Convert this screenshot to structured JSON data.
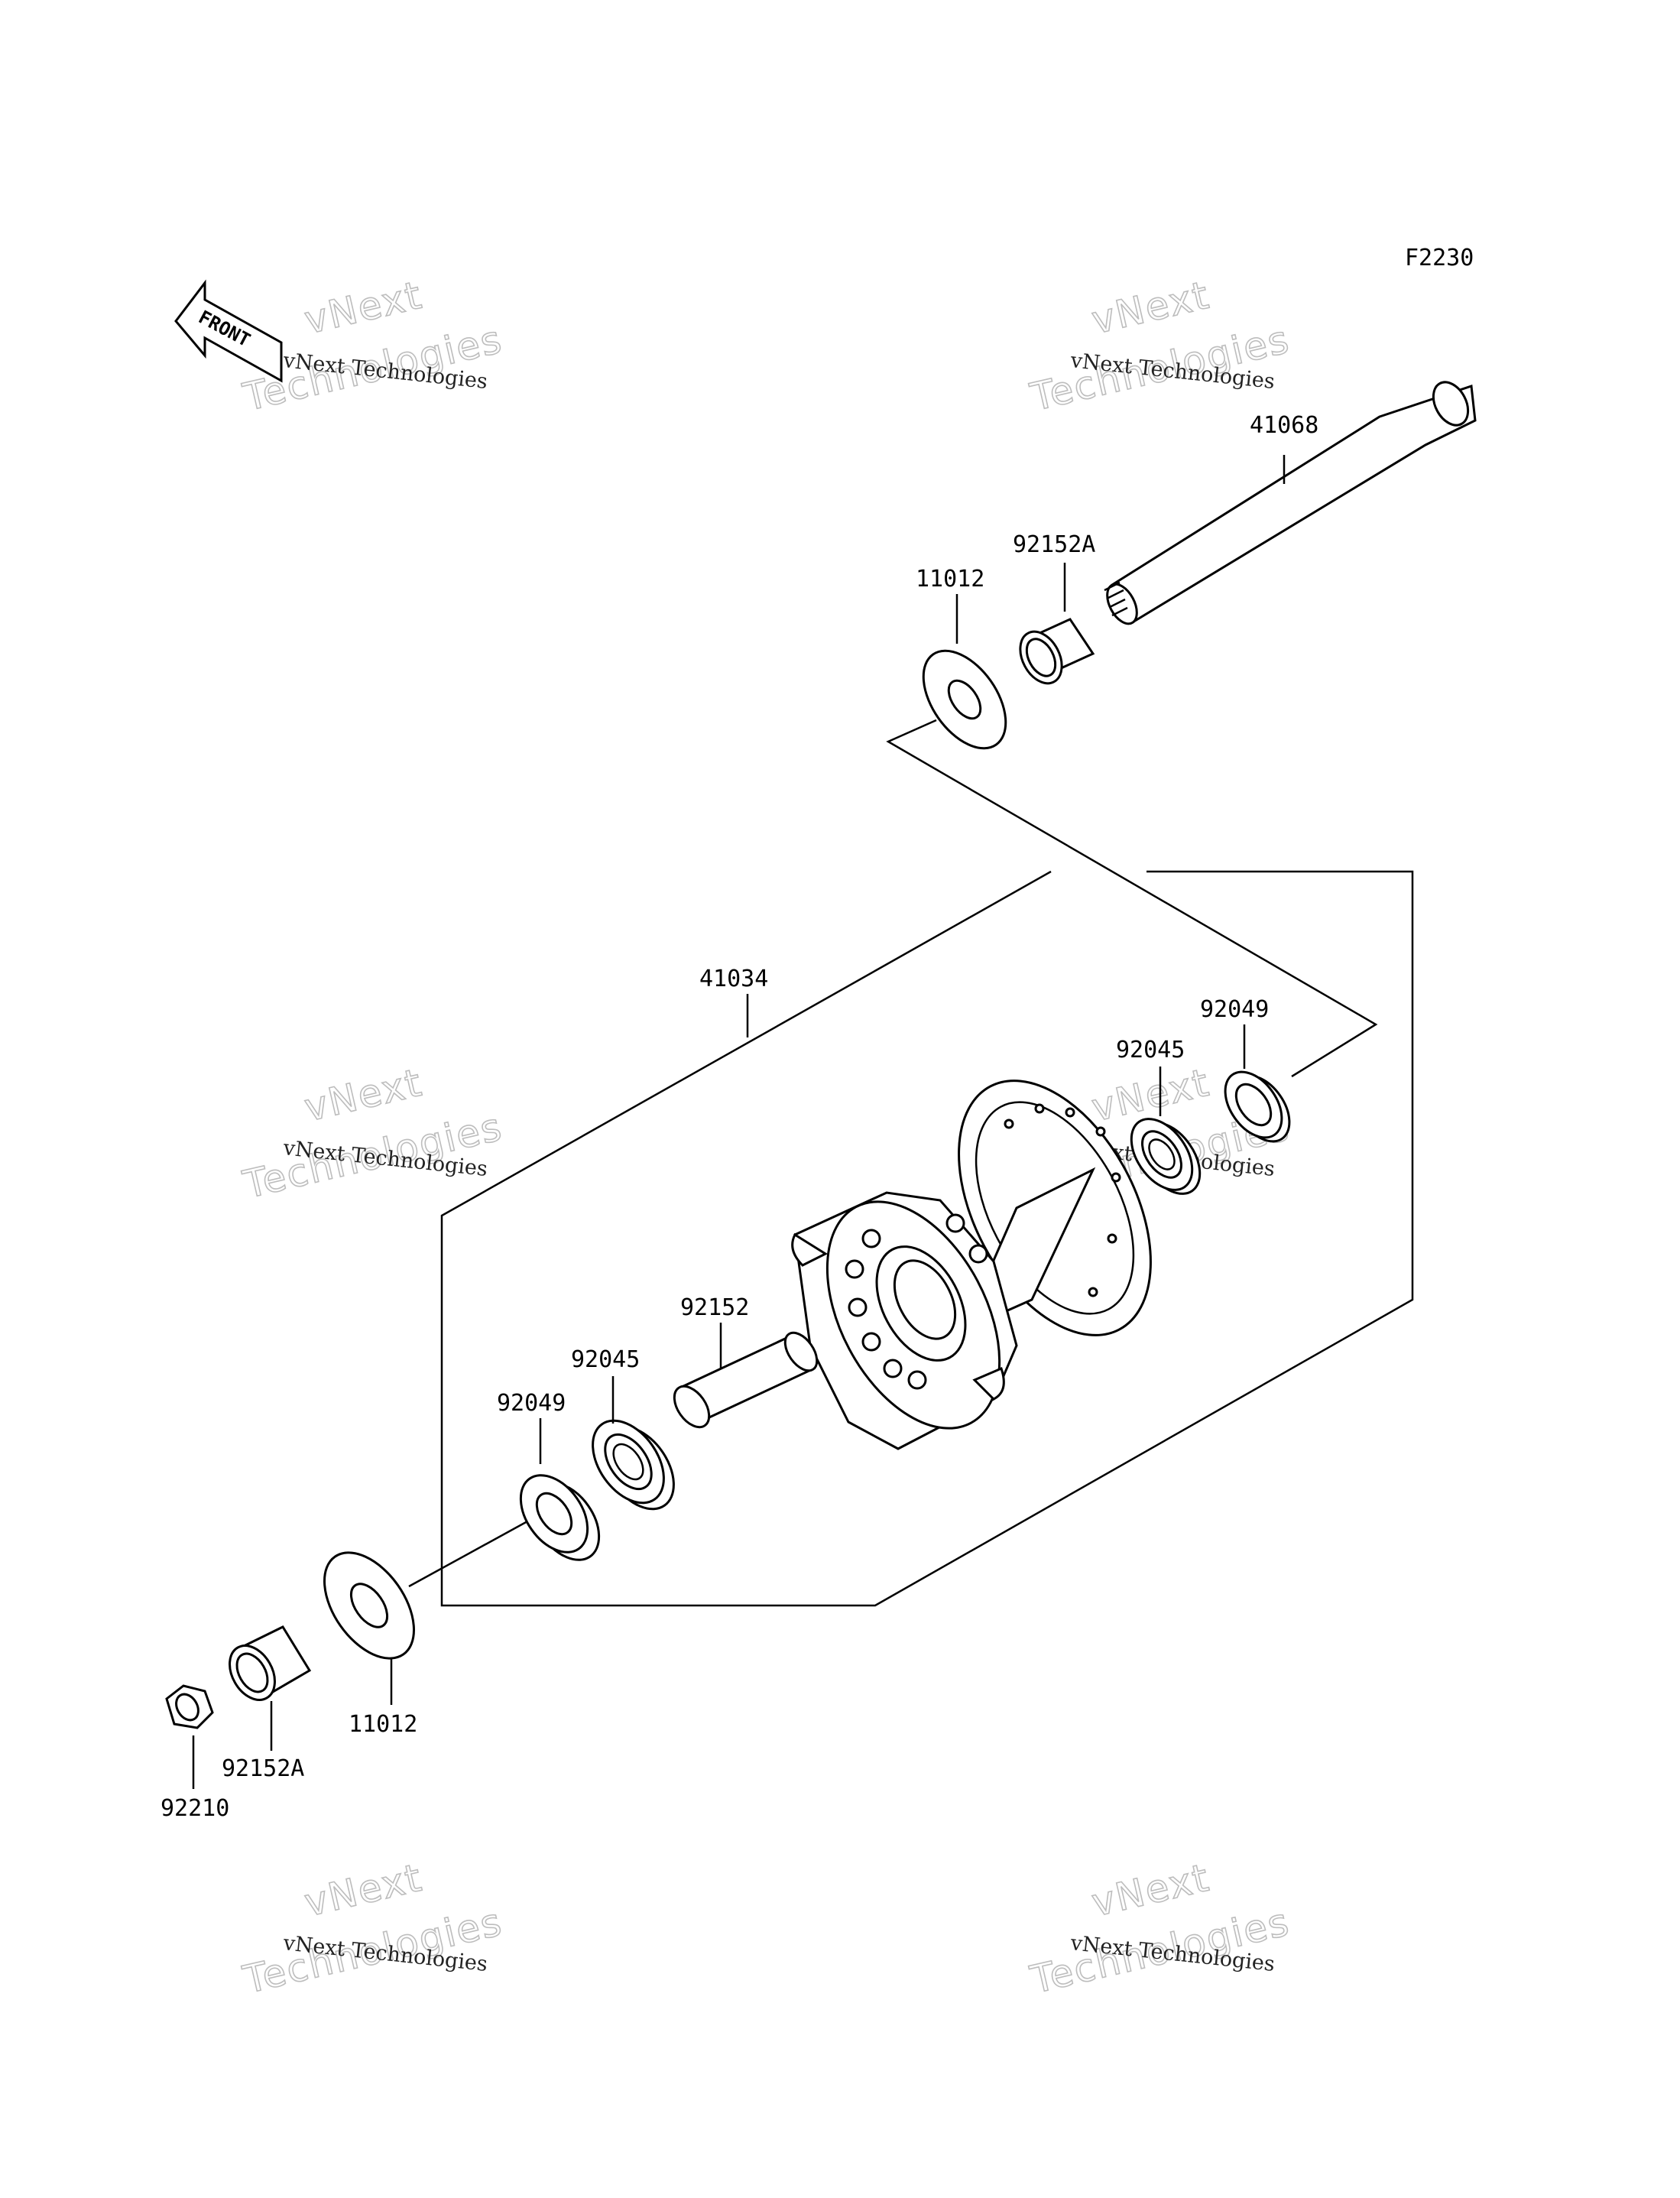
{
  "figure_code": "F2230",
  "front_label": "FRONT",
  "watermark": {
    "line1": "vNext Technologies",
    "line2": "vNext",
    "line3": "Technologies"
  },
  "callouts": {
    "axle": "41068",
    "collar_top": "92152A",
    "washer_top": "11012",
    "hub": "41034",
    "seal_right": "92049",
    "bearing_right": "92045",
    "spacer": "92152",
    "bearing_left": "92045",
    "seal_left": "92049",
    "washer_bottom": "11012",
    "collar_bottom": "92152A",
    "nut": "92210"
  }
}
